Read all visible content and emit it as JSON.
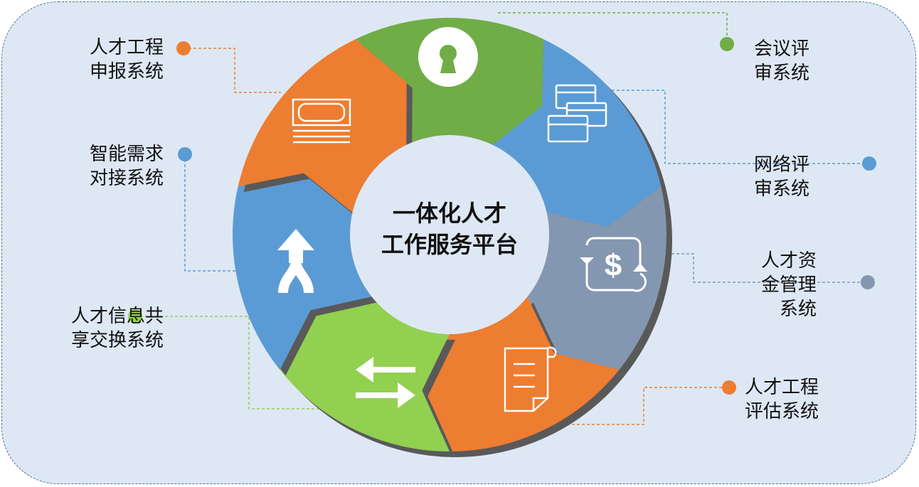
{
  "title": [
    "一体化人才",
    "工作服务平台"
  ],
  "segments": [
    {
      "name": "meeting-review",
      "icon": "keyhole-icon",
      "color": "#70ad47"
    },
    {
      "name": "network-review",
      "icon": "cards-icon",
      "color": "#5b9bd5"
    },
    {
      "name": "funds-management",
      "icon": "dollar-cycle-icon",
      "color": "#8497b0"
    },
    {
      "name": "project-evaluation",
      "icon": "document-scroll-icon",
      "color": "#ed7d31"
    },
    {
      "name": "info-sharing",
      "icon": "exchange-arrows-icon",
      "color": "#92d050"
    },
    {
      "name": "demand-matching",
      "icon": "merge-arrow-icon",
      "color": "#5b9bd5"
    },
    {
      "name": "project-application",
      "icon": "banknote-icon",
      "color": "#ed7d31"
    }
  ],
  "labels": {
    "meeting_review": [
      "会议评",
      "审系统"
    ],
    "network_review": [
      "网络评",
      "审系统"
    ],
    "funds": [
      "人才资",
      "金管理",
      "系统"
    ],
    "evaluation": [
      "人才工程",
      "评估系统"
    ],
    "sharing": [
      "人才信息共",
      "享交换系统"
    ],
    "matching": [
      "智能需求",
      "对接系统"
    ],
    "application": [
      "人才工程",
      "申报系统"
    ]
  },
  "colors": {
    "background": "#dde8f4",
    "border": "#4a6f9a",
    "shadow": "#595959",
    "inner_shadow": "#2e75b6"
  }
}
